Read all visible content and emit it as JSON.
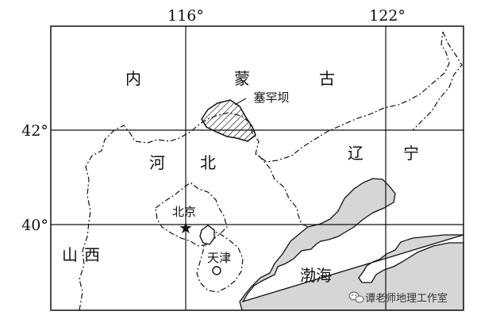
{
  "longitude_labels": [
    "116°",
    "122°"
  ],
  "latitude_labels": [
    "42°",
    "40°"
  ],
  "region_labels": {
    "nei": "内",
    "meng": "蒙",
    "gu": "古",
    "he": "河",
    "bei": "北",
    "liao": "辽",
    "ning": "宁",
    "shan": "山",
    "xi": "西"
  },
  "places": {
    "saihanba": "塞罕坝",
    "beijing": "北京",
    "tianjin": "天津"
  },
  "sea": {
    "bohai": "渤海",
    "color": "#d6d6d6"
  },
  "watermark": {
    "text": "谭老师地理工作室",
    "icon": "wechat-icon"
  }
}
